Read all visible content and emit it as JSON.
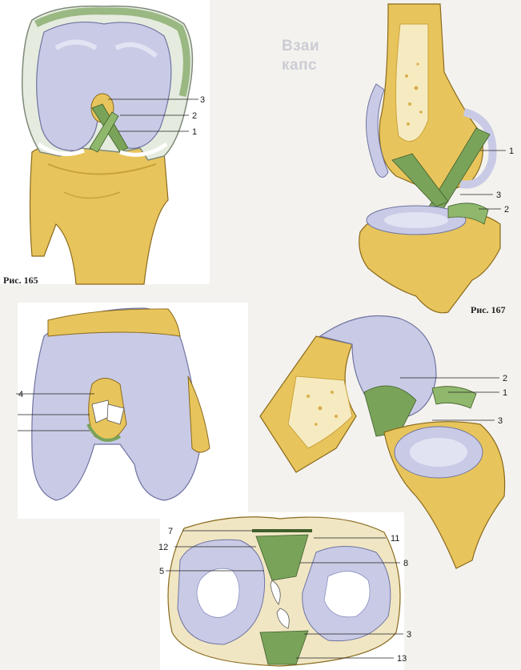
{
  "captions": {
    "fig165": "Рис. 165",
    "fig167": "Рис. 167"
  },
  "background_heading": {
    "line1": "Взаи",
    "line2": "капс"
  },
  "labels": {
    "fig165": [
      "3",
      "2",
      "1"
    ],
    "fig167": [
      "1",
      "3",
      "2"
    ],
    "fig168": [
      "4"
    ],
    "fig169": [
      "2",
      "1",
      "3"
    ],
    "fig170": [
      "7",
      "11",
      "12",
      "8",
      "5",
      "3",
      "13"
    ]
  },
  "colors": {
    "bone": "#e8c55c",
    "bone_dark": "#c9a23a",
    "cartilage": "#c9cbe6",
    "cartilage_dark": "#9ea2cf",
    "ligament": "#7aa35a",
    "capsule": "#dfe5d8",
    "marrow": "#f6eac0"
  }
}
